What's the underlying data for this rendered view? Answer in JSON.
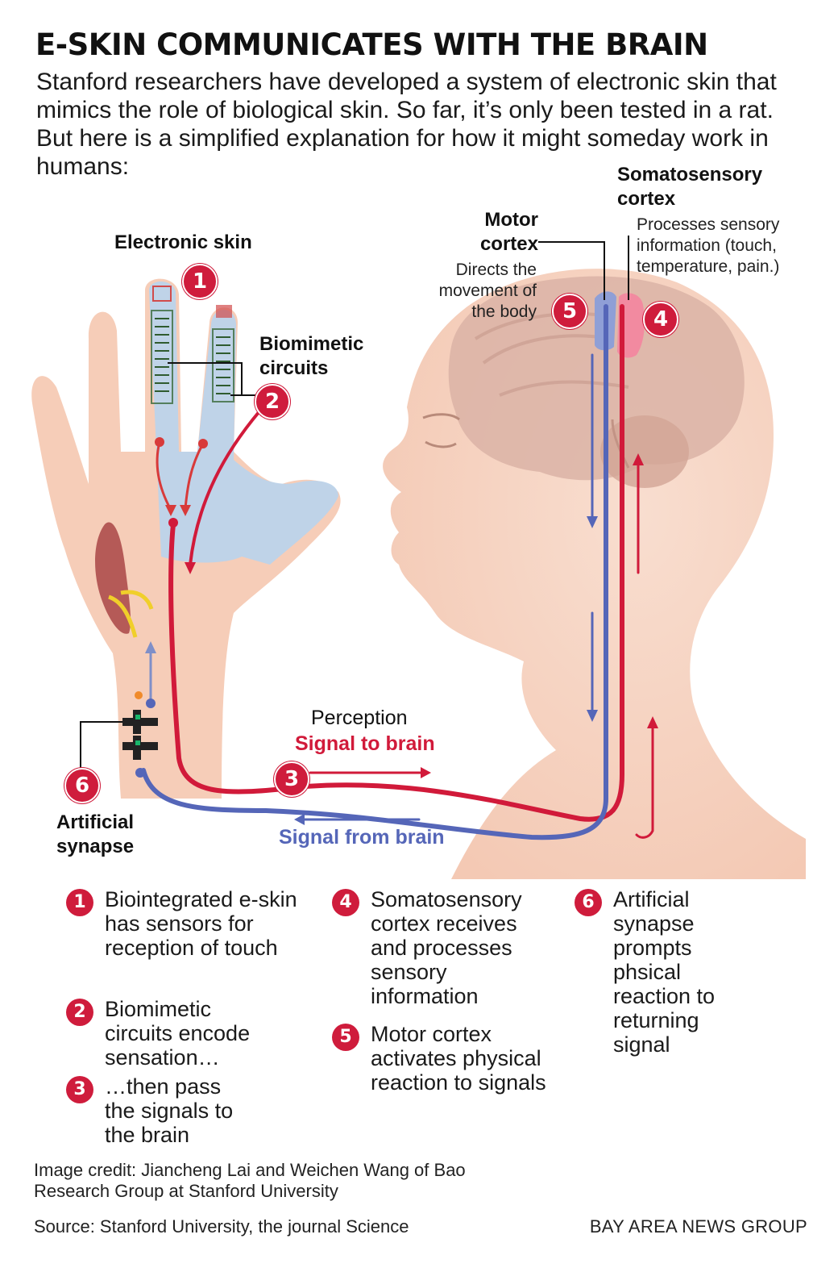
{
  "title": "E-SKIN COMMUNICATES WITH THE BRAIN",
  "intro": "Stanford researchers have developed a system of electronic skin that mimics the role of biological skin. So far, it’s only been tested in a rat. But here is a simplified explanation for how it might someday work in humans:",
  "labels": {
    "somatosensory_title": "Somatosensory cortex",
    "somatosensory_desc": "Processes sensory information (touch, temperature, pain.)",
    "motor_title": "Motor cortex",
    "motor_desc": "Directs the movement of the body",
    "electronic_skin": "Electronic skin",
    "biomimetic": "Biomimetic circuits",
    "perception": "Perception",
    "signal_to_brain": "Signal to brain",
    "signal_from_brain": "Signal from brain",
    "artificial_synapse": "Artificial synapse"
  },
  "badges": {
    "b1": "1",
    "b2": "2",
    "b3": "3",
    "b4": "4",
    "b5": "5",
    "b6": "6"
  },
  "steps": [
    {
      "num": "1",
      "text": "Biointegrated e-skin has sensors for reception of touch"
    },
    {
      "num": "2",
      "text": "Biomimetic circuits encode sensation…"
    },
    {
      "num": "3",
      "text": "…then pass the signals to the brain"
    },
    {
      "num": "4",
      "text": "Somatosensory cortex receives and processes sensory information"
    },
    {
      "num": "5",
      "text": "Motor cortex activates physical reaction to signals"
    },
    {
      "num": "6",
      "text": "Artificial synapse prompts phsical reaction to returning signal"
    }
  ],
  "credit": "Image credit: Jiancheng Lai and Weichen Wang of Bao Research Group at Stanford University",
  "source": "Source: Stanford University, the journal Science",
  "brand": "BAY AREA NEWS GROUP",
  "colors": {
    "accent_red": "#cf1c3c",
    "signal_red": "#d11a3a",
    "signal_blue": "#5566b8",
    "skin": "#f6cdb8",
    "eskin": "#bcd3ea",
    "brain": "#d8b2a6"
  }
}
